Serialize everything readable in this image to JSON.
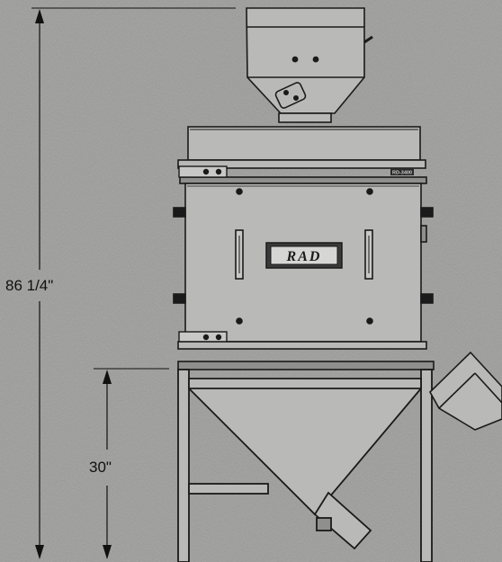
{
  "dimensions": {
    "overall_height": "86 1/4\"",
    "stand_height": "30\""
  },
  "nameplate": {
    "brand": "RAD",
    "model_plate": "RD-3400"
  },
  "colors": {
    "background": "#9a9a98",
    "machine_panel": "#b9b9b7",
    "line": "#1a1a1a",
    "nameplate_fill": "#3a3a3a"
  }
}
